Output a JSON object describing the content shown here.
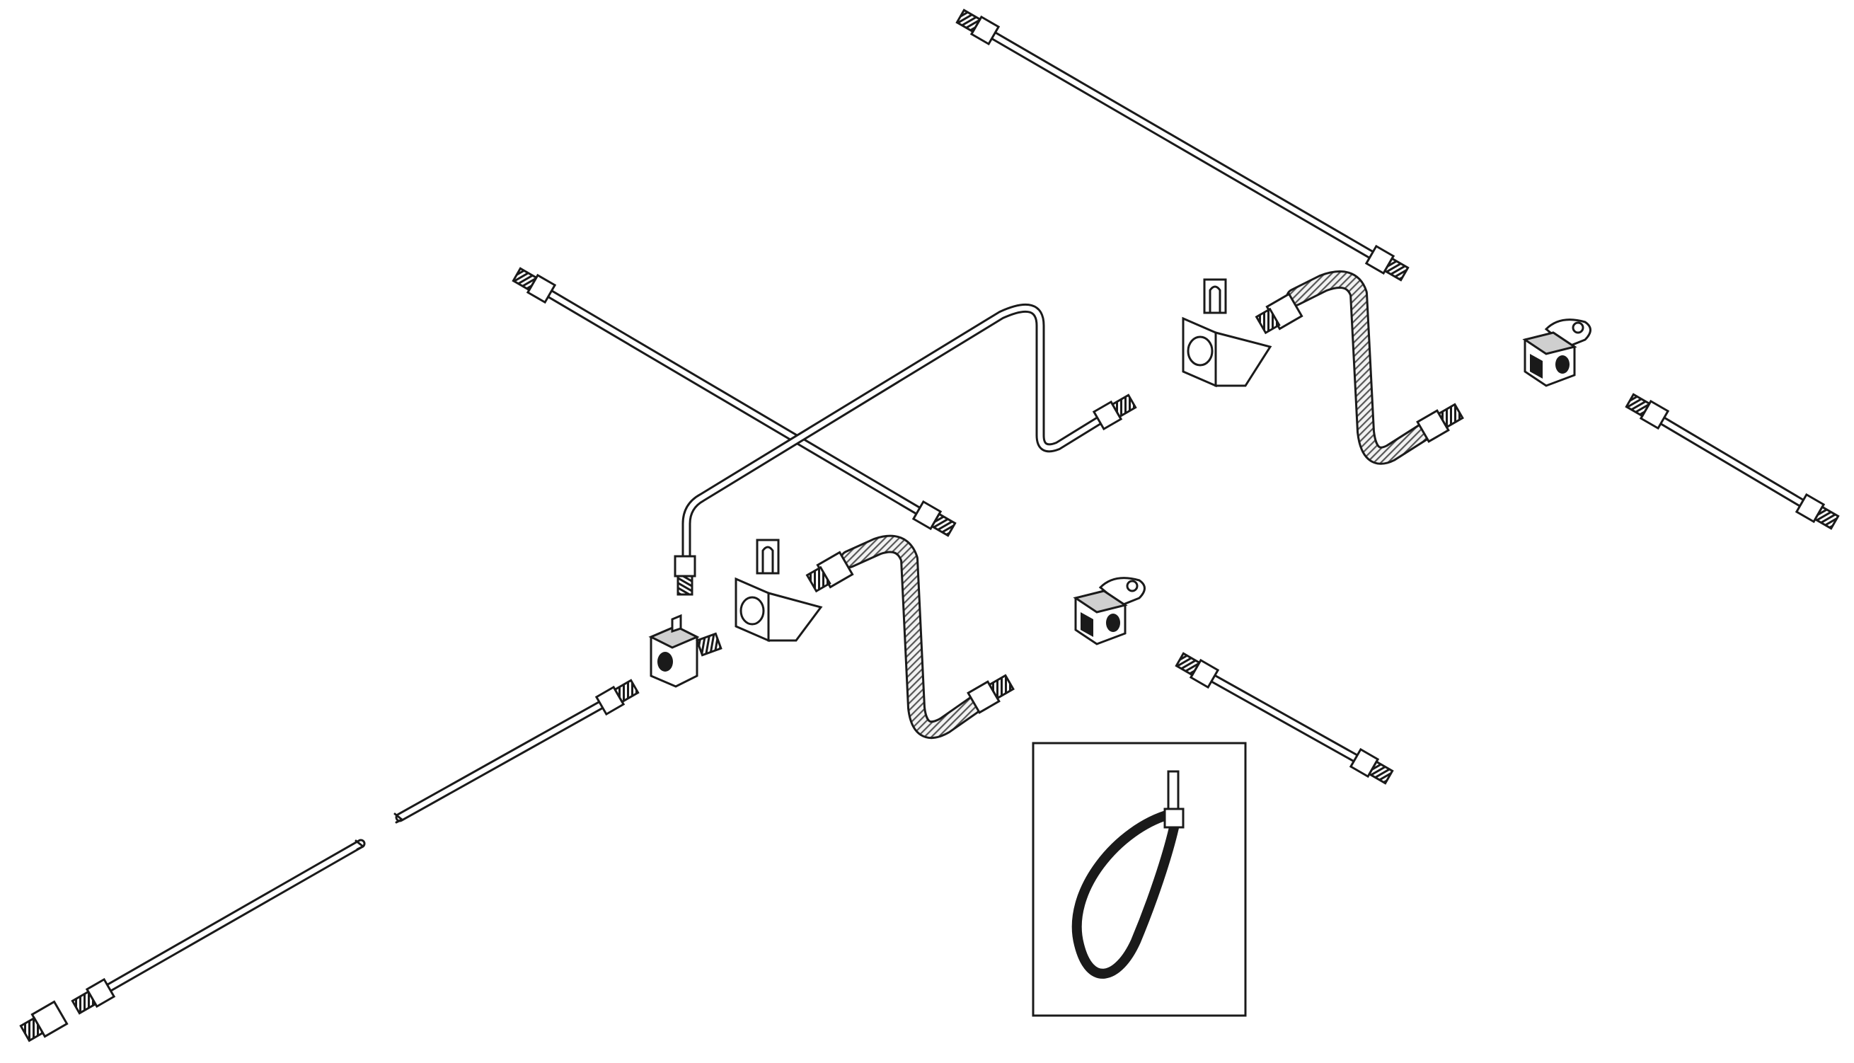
{
  "diagram": {
    "kind": "exploded-parts-illustration",
    "parts": [
      {
        "id": "long-tube-top",
        "type": "steel-brake-line"
      },
      {
        "id": "long-tube-left",
        "type": "steel-brake-line"
      },
      {
        "id": "bent-tube",
        "type": "formed-brake-line"
      },
      {
        "id": "hose-right",
        "type": "braided-flex-hose"
      },
      {
        "id": "hose-center",
        "type": "braided-flex-hose"
      },
      {
        "id": "bracket-right",
        "type": "hose-mounting-bracket"
      },
      {
        "id": "bracket-center",
        "type": "hose-mounting-bracket"
      },
      {
        "id": "tee-right",
        "type": "tee-fitting-with-tab"
      },
      {
        "id": "tee-center",
        "type": "tee-fitting-with-tab"
      },
      {
        "id": "tee-left",
        "type": "tee-fitting"
      },
      {
        "id": "short-tube-right",
        "type": "steel-brake-line"
      },
      {
        "id": "short-tube-center",
        "type": "steel-brake-line"
      },
      {
        "id": "broken-long-tube",
        "type": "steel-brake-line-cut-length"
      },
      {
        "id": "adapter-nut",
        "type": "adapter-fitting"
      },
      {
        "id": "cable-tie",
        "type": "cable-tie-detail"
      }
    ],
    "colors": {
      "line": "#1a1a1a",
      "background": "#ffffff"
    },
    "icons": [
      "tube-fitting-icon",
      "hose-icon",
      "bracket-icon",
      "tee-fitting-icon",
      "cable-tie-icon"
    ]
  }
}
